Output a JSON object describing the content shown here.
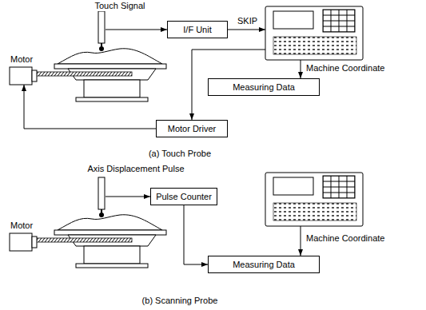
{
  "diagram": {
    "nodes": [
      {
        "text": [
          "I/F Unit"
        ]
      },
      {
        "text": [
          "Measuring Data"
        ]
      },
      {
        "text": [
          "Motor Driver"
        ]
      },
      {
        "text": [
          "Pulse Counter"
        ]
      },
      {
        "text": [
          "Measuring Data"
        ]
      }
    ],
    "edges": [
      {
        "from": 3,
        "to": 4,
        "arrow": "to"
      }
    ],
    "labels": [
      "Touch Signal",
      "SKIP",
      "Machine Coordinate",
      "Motor",
      "(a) Touch Probe",
      "Axis Displacement Pulse",
      "Motor",
      "Machine Coordinate",
      "(b) Scanning Probe"
    ]
  }
}
